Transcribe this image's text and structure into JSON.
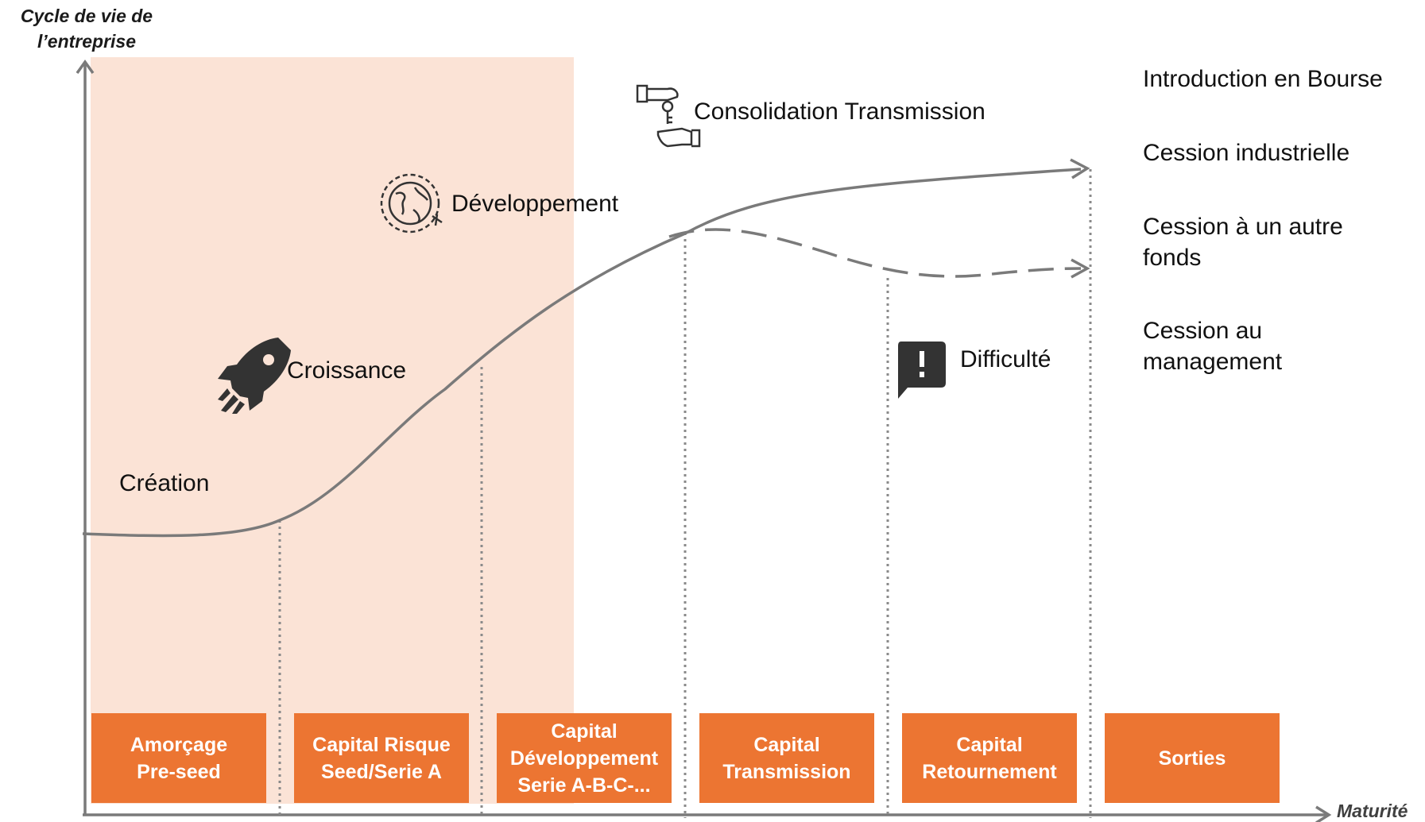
{
  "axes": {
    "y_label": "Cycle de vie de\nl’entreprise",
    "x_label": "Maturité"
  },
  "stages": {
    "creation": "Création",
    "croissance": "Croissance",
    "developpement": "Développement",
    "consolidation": "Consolidation Transmission",
    "difficulte": "Difficulté"
  },
  "exits": [
    "Introduction en Bourse",
    "Cession industrielle",
    "Cession à un autre\nfonds",
    "Cession au\nmanagement"
  ],
  "financing": [
    "Amorçage\nPre-seed",
    "Capital Risque\nSeed/Serie A",
    "Capital\nDéveloppement\nSerie A-B-C-...",
    "Capital\nTransmission",
    "Capital\nRetournement",
    "Sorties"
  ],
  "icons": {
    "creation": "",
    "croissance": "rocket-icon",
    "developpement": "globe-icon",
    "consolidation": "handover-key-icon",
    "difficulte": "alert-bubble-icon"
  },
  "colors": {
    "highlight_zone": "#fbe3d6",
    "box_fill": "#ec7532",
    "curve": "#7a7a7a",
    "icon": "#333333"
  }
}
